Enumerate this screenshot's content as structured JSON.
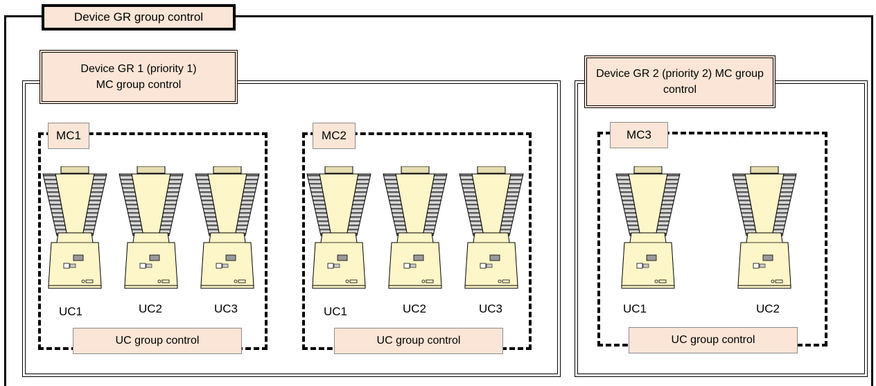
{
  "title": "Device GR group control",
  "groups": [
    {
      "label": "Device GR 1 (priority 1)\nMC group control",
      "mcs": [
        {
          "label": "MC1",
          "units": [
            "UC1",
            "UC2",
            "UC3"
          ],
          "uc_group_label": "UC group control"
        },
        {
          "label": "MC2",
          "units": [
            "UC1",
            "UC2",
            "UC3"
          ],
          "uc_group_label": "UC group control"
        }
      ]
    },
    {
      "label": "Device GR 2 (priority 2) MC group control",
      "mcs": [
        {
          "label": "MC3",
          "units": [
            "UC1",
            "UC2"
          ],
          "uc_group_label": "UC group control"
        }
      ]
    }
  ],
  "colors": {
    "label_fill": "#fbe5d6",
    "unit_body": "#fdf6c8",
    "unit_coil": "#8c8c8c",
    "unit_cap": "#e6ddb0"
  },
  "icon": "chiller-unit-icon"
}
